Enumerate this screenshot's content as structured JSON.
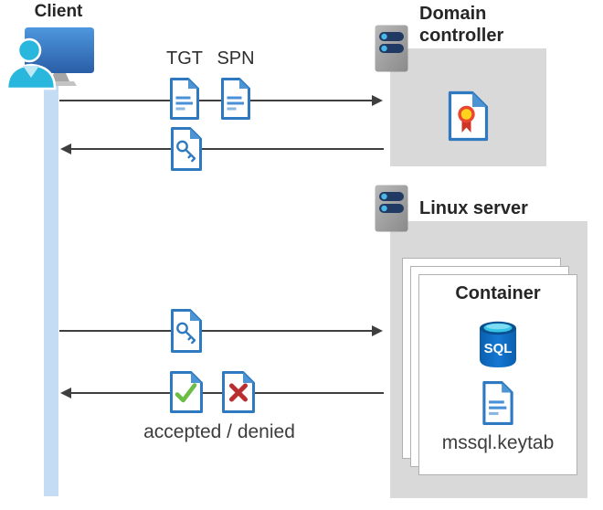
{
  "client": {
    "label": "Client"
  },
  "domain_controller": {
    "label": "Domain controller"
  },
  "linux_server": {
    "label": "Linux server"
  },
  "container": {
    "label": "Container",
    "sql_badge": "SQL",
    "keytab_file": "mssql.keytab"
  },
  "flow": {
    "tgt": "TGT",
    "spn": "SPN",
    "result": "accepted / denied"
  },
  "colors": {
    "panel_gray": "#d9d9d9",
    "lifeline_blue": "#c5dcf5",
    "arrow_gray": "#3f3f3f",
    "doc_border_blue": "#2e79c0",
    "doc_fold_blue": "#4d94d4",
    "doc_line_blue": "#4a90d9",
    "accept_green": "#6cbd45",
    "deny_red": "#b92e2e",
    "sql_body_blue": "#0e6ec4",
    "sql_top_cyan": "#35c4e8",
    "cert_gold": "#ffd21c",
    "cert_ring_orange": "#e9472f",
    "cert_ribbon_red": "#ce3526",
    "server_body_gray": "#9c9c9c",
    "server_pill_navy": "#203a63",
    "server_dot_blue": "#49b8e8",
    "monitor_blue_top": "#4e97de",
    "monitor_blue_bottom": "#2a5ea6",
    "person_cyan": "#2ab7dd"
  }
}
